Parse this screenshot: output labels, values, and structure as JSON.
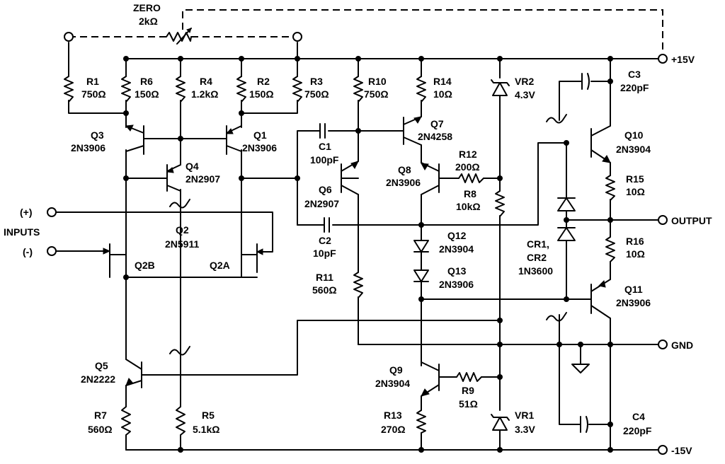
{
  "terminals": {
    "pos15": "+15V",
    "neg15": "-15V",
    "output": "OUTPUT",
    "gnd": "GND",
    "inputs": "INPUTS",
    "in_plus": "(+)",
    "in_minus": "(-)"
  },
  "zero": {
    "name": "ZERO",
    "value": "2kΩ"
  },
  "resistors": [
    {
      "name": "R1",
      "value": "750Ω"
    },
    {
      "name": "R6",
      "value": "150Ω"
    },
    {
      "name": "R4",
      "value": "1.2kΩ"
    },
    {
      "name": "R2",
      "value": "150Ω"
    },
    {
      "name": "R3",
      "value": "750Ω"
    },
    {
      "name": "R10",
      "value": "750Ω"
    },
    {
      "name": "R14",
      "value": "10Ω"
    },
    {
      "name": "R12",
      "value": "200Ω"
    },
    {
      "name": "R8",
      "value": "10kΩ"
    },
    {
      "name": "R11",
      "value": "560Ω"
    },
    {
      "name": "R15",
      "value": "10Ω"
    },
    {
      "name": "R16",
      "value": "10Ω"
    },
    {
      "name": "R7",
      "value": "560Ω"
    },
    {
      "name": "R5",
      "value": "5.1kΩ"
    },
    {
      "name": "R9",
      "value": "51Ω"
    },
    {
      "name": "R13",
      "value": "270Ω"
    }
  ],
  "transistors": [
    {
      "name": "Q3",
      "part": "2N3906"
    },
    {
      "name": "Q1",
      "part": "2N3906"
    },
    {
      "name": "Q4",
      "part": "2N2907"
    },
    {
      "name": "Q2",
      "part": "2N5911"
    },
    {
      "name": "Q2B",
      "part": ""
    },
    {
      "name": "Q2A",
      "part": ""
    },
    {
      "name": "Q6",
      "part": "2N2907"
    },
    {
      "name": "Q7",
      "part": "2N4258"
    },
    {
      "name": "Q8",
      "part": "2N3906"
    },
    {
      "name": "Q12",
      "part": "2N3904"
    },
    {
      "name": "Q13",
      "part": "2N3906"
    },
    {
      "name": "Q10",
      "part": "2N3904"
    },
    {
      "name": "Q11",
      "part": "2N3906"
    },
    {
      "name": "Q5",
      "part": "2N2222"
    },
    {
      "name": "Q9",
      "part": "2N3904"
    }
  ],
  "capacitors": [
    {
      "name": "C1",
      "value": "100pF"
    },
    {
      "name": "C2",
      "value": "10pF"
    },
    {
      "name": "C3",
      "value": "220pF"
    },
    {
      "name": "C4",
      "value": "220pF"
    }
  ],
  "zeners": [
    {
      "name": "VR2",
      "value": "4.3V"
    },
    {
      "name": "VR1",
      "value": "3.3V"
    }
  ],
  "diodes": {
    "name_line1": "CR1,",
    "name_line2": "CR2",
    "part": "1N3600"
  }
}
